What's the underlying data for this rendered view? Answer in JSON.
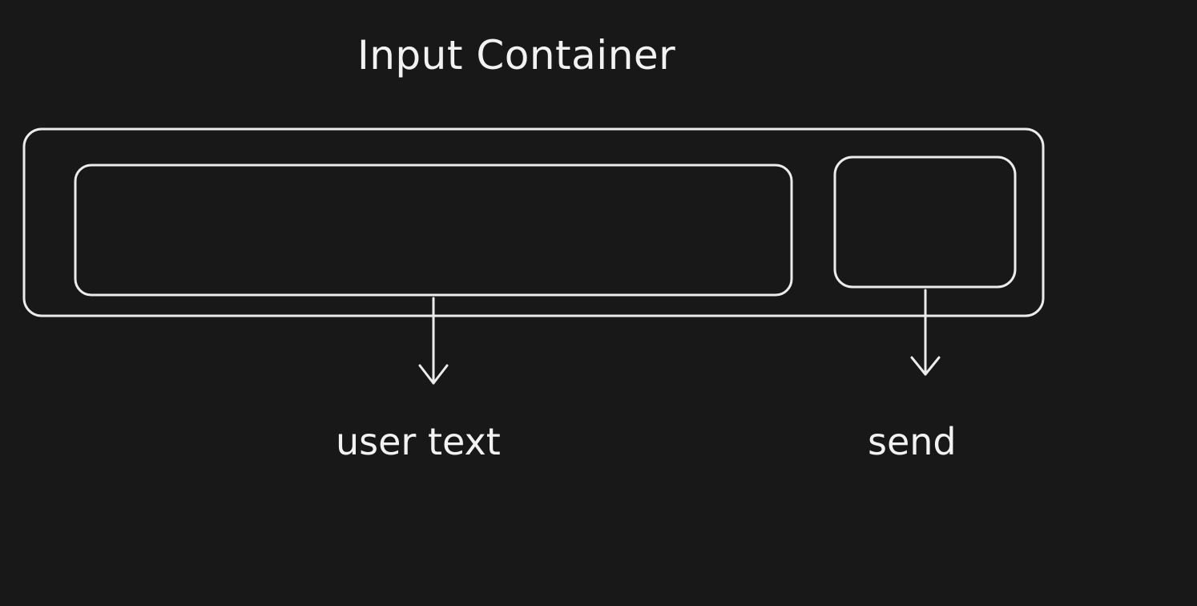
{
  "diagram": {
    "title": "Input Container",
    "labels": {
      "user_text": "user text",
      "send": "send"
    }
  },
  "colors": {
    "background": "#181818",
    "stroke": "#ececec",
    "text": "#f2f2f2"
  }
}
